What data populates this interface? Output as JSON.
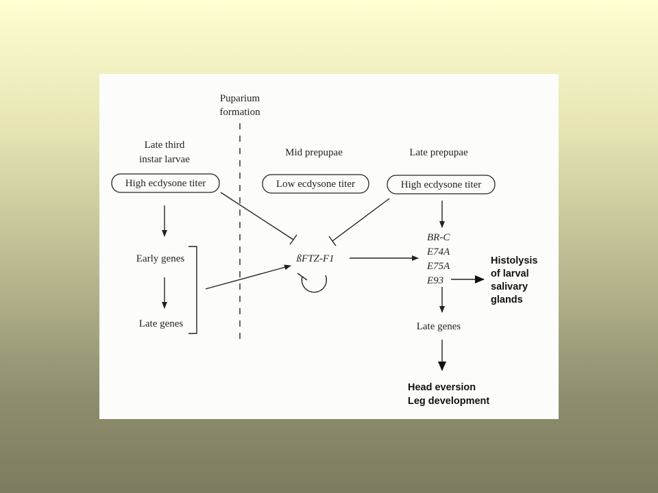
{
  "diagram": {
    "puparium": [
      "Puparium",
      "formation"
    ],
    "stage_larvae": [
      "Late third",
      "instar larvae"
    ],
    "stage_mid": "Mid prepupae",
    "stage_late": "Late prepupae",
    "titer_left": "High ecdysone titer",
    "titer_mid": "Low ecdysone titer",
    "titer_right": "High ecdysone titer",
    "early_genes": "Early genes",
    "late_genes_left": "Late genes",
    "ftz": "ßFTZ-F1",
    "genes": [
      "BR-C",
      "E74A",
      "E75A",
      "E93"
    ],
    "histolysis": [
      "Histolysis",
      "of larval",
      "salivary",
      "glands"
    ],
    "late_genes_right": "Late genes",
    "outcome": [
      "Head eversion",
      "Leg development"
    ]
  }
}
